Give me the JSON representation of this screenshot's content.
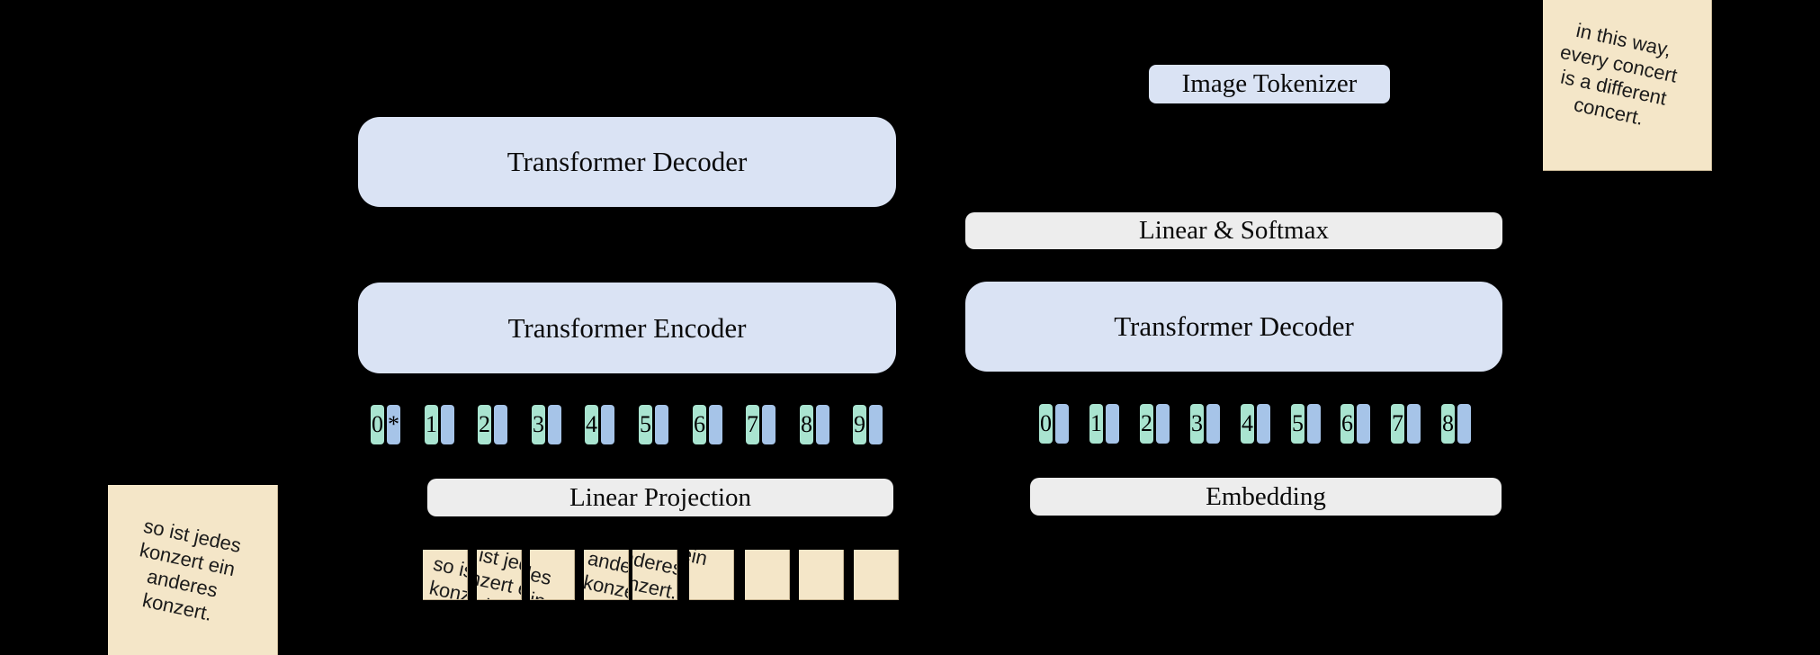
{
  "diagram": {
    "background": "#000000",
    "colors": {
      "box_blue": "#dae3f4",
      "bar_gray": "#ededed",
      "token_green": "#a9e4d0",
      "token_blue": "#a6c4e8",
      "note_cream": "#f4e6c8"
    },
    "text_pipeline": {
      "decoder_label": "Transformer Decoder",
      "encoder_label": "Transformer Encoder",
      "projection_label": "Linear Projection",
      "tokens": [
        {
          "index": "0",
          "slot": "*"
        },
        {
          "index": "1",
          "slot": ""
        },
        {
          "index": "2",
          "slot": ""
        },
        {
          "index": "3",
          "slot": ""
        },
        {
          "index": "4",
          "slot": ""
        },
        {
          "index": "5",
          "slot": ""
        },
        {
          "index": "6",
          "slot": ""
        },
        {
          "index": "7",
          "slot": ""
        },
        {
          "index": "8",
          "slot": ""
        },
        {
          "index": "9",
          "slot": ""
        }
      ]
    },
    "image_pipeline": {
      "tokenizer_label": "Image Tokenizer",
      "softmax_label": "Linear & Softmax",
      "decoder_label": "Transformer Decoder",
      "embedding_label": "Embedding",
      "tokens": [
        {
          "index": "0",
          "slot": ""
        },
        {
          "index": "1",
          "slot": ""
        },
        {
          "index": "2",
          "slot": ""
        },
        {
          "index": "3",
          "slot": ""
        },
        {
          "index": "4",
          "slot": ""
        },
        {
          "index": "5",
          "slot": ""
        },
        {
          "index": "6",
          "slot": ""
        },
        {
          "index": "7",
          "slot": ""
        },
        {
          "index": "8",
          "slot": ""
        }
      ]
    },
    "sticky_notes": {
      "left_text": "so ist jedes\nkonzert ein\nanderes\nkonzert.",
      "right_text": "in this way,\nevery concert\nis a different\nconcert."
    }
  }
}
